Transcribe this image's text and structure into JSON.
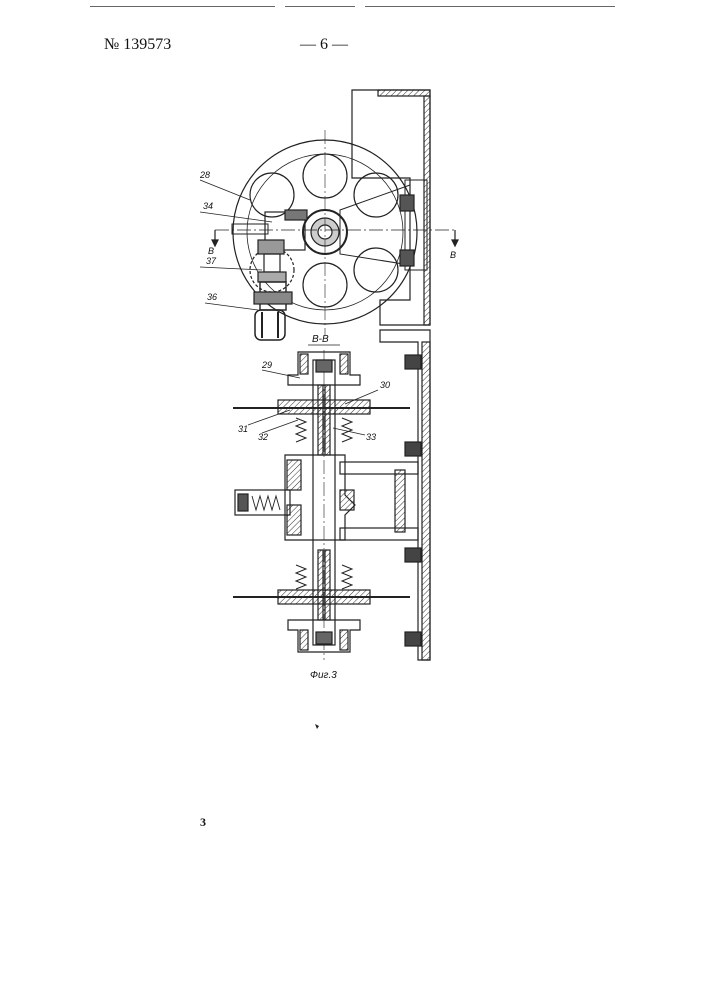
{
  "header": {
    "patent_number": "№ 139573",
    "page_number": "— 6 —"
  },
  "drawing": {
    "callouts": {
      "c28": "28",
      "c34": "34",
      "c37": "37",
      "c36": "36",
      "c29": "29",
      "c30": "30",
      "c31": "31",
      "c32": "32",
      "c33": "33"
    },
    "section_marker": "В",
    "section_title": "В-В",
    "figure_caption": "Фиг.3"
  },
  "footer": {
    "mark": "3"
  }
}
